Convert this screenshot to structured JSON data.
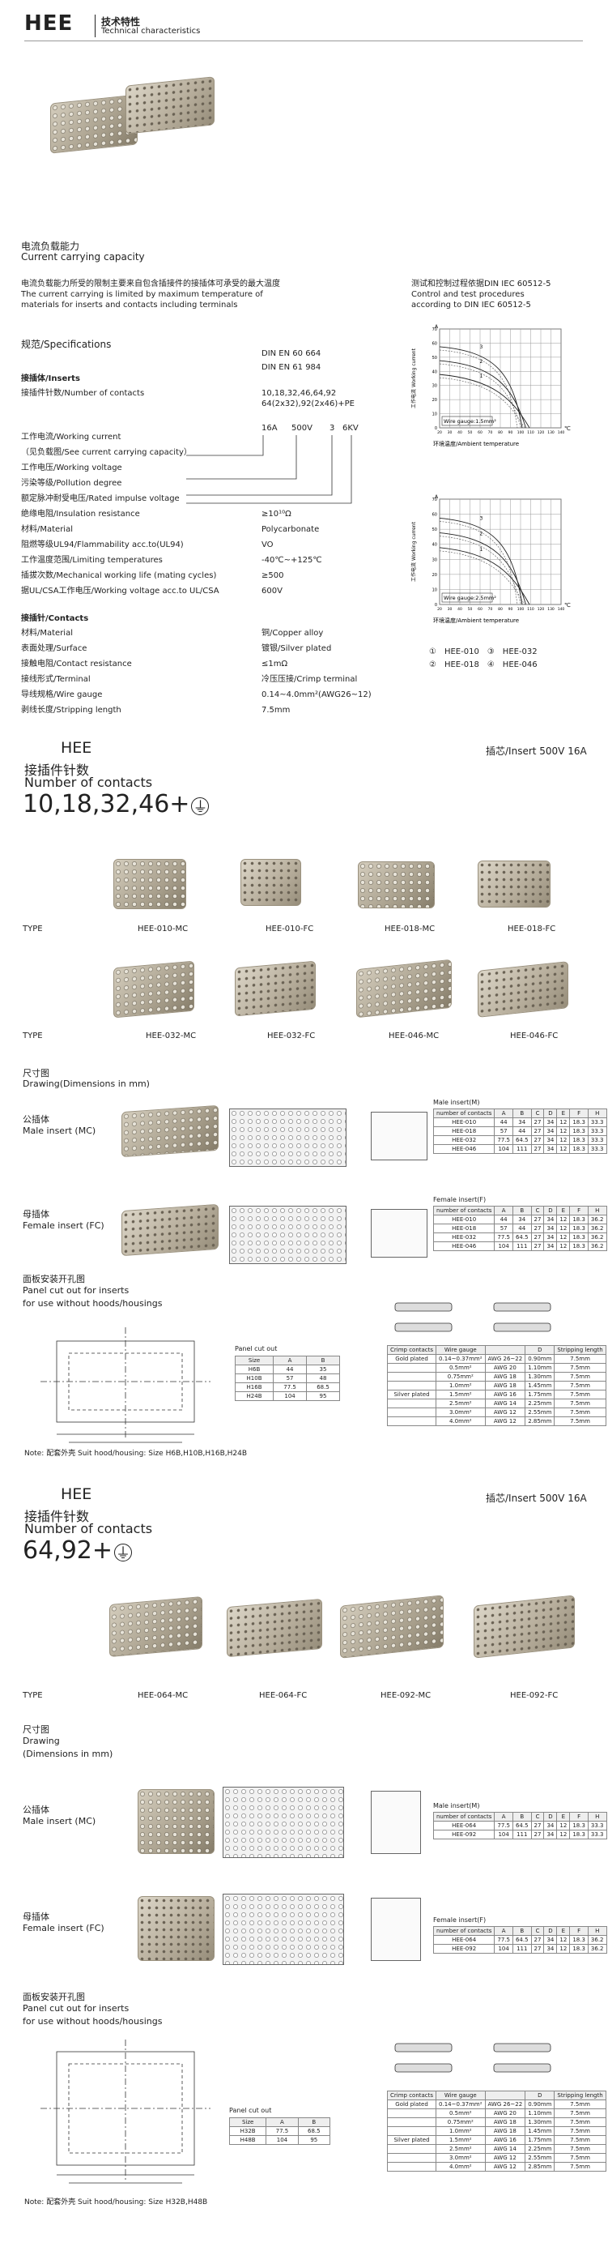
{
  "header": {
    "title": "HEE",
    "cn": "技术特性",
    "en": "Technical characteristics"
  },
  "current": {
    "cn": "电流负载能力",
    "en": "Current carrying capacity",
    "desc_cn": "电流负载能力所受的限制主要来自包含插接件的接插体可承受的最大温度",
    "desc_en1": "The current carrying is limited by maximum temperature of",
    "desc_en2": "materials for inserts and contacts including terminals"
  },
  "test": {
    "cn": "测试和控制过程依据DIN IEC 60512-5",
    "en1": "Control and test procedures",
    "en2": "according to DIN  IEC 60512-5"
  },
  "charts": [
    {
      "ylabel_cn": "工作电流",
      "ylabel_en": "Working current",
      "yunit": "A",
      "xunit": "℃",
      "xlabel": "环境温度/Ambient temperature",
      "gauge": "Wire gauge:1.5mm²",
      "yticks": [
        "70",
        "60",
        "50",
        "40",
        "30",
        "20",
        "10",
        "0"
      ],
      "xticks": [
        "20",
        "30",
        "40",
        "50",
        "60",
        "70",
        "80",
        "90",
        "100",
        "110",
        "120",
        "130",
        "140"
      ],
      "curve_labels": [
        "3",
        "2",
        "1"
      ]
    },
    {
      "ylabel_cn": "工作电流",
      "ylabel_en": "Working current",
      "yunit": "A",
      "xunit": "℃",
      "xlabel": "环境温度/Ambient temperature",
      "gauge": "Wire gauge:2.5mm²",
      "yticks": [
        "70",
        "60",
        "50",
        "40",
        "30",
        "20",
        "10",
        "0"
      ],
      "xticks": [
        "20",
        "30",
        "40",
        "50",
        "60",
        "70",
        "80",
        "90",
        "100",
        "110",
        "120",
        "130",
        "140"
      ],
      "curve_labels": [
        "3",
        "2",
        "1"
      ]
    }
  ],
  "legend": [
    {
      "n": "①",
      "a": "HEE-010",
      "m": "③",
      "b": "HEE-032"
    },
    {
      "n": "②",
      "a": "HEE-018",
      "m": "④",
      "b": "HEE-046"
    }
  ],
  "specs": {
    "title": "规范/Specifications",
    "norms": [
      "DIN EN 60 664",
      "DIN EN 61 984"
    ],
    "inserts_title": "接插体/Inserts",
    "inserts": [
      {
        "l": "接插件针数/Number of contacts",
        "v": "10,18,32,46,64,92",
        "v2": "64(2x32),92(2x46)+PE"
      },
      {
        "l": "工作电流/Working current",
        "v": ""
      },
      {
        "l": "（见负载图/See current carrying capacity）",
        "v": ""
      },
      {
        "l": "工作电压/Working voltage",
        "v": ""
      },
      {
        "l": "污染等级/Pollution degree",
        "v": ""
      },
      {
        "l": "额定脉冲耐受电压/Rated impulse voltage",
        "v": ""
      },
      {
        "l": "绝缘电阻/Insulation resistance",
        "v": "≥10¹⁰Ω"
      },
      {
        "l": "材料/Material",
        "v": "Polycarbonate"
      },
      {
        "l": "阻燃等级UL94/Flammability acc.to(UL94)",
        "v": "VO"
      },
      {
        "l": "工作温度范围/Limiting temperatures",
        "v": "-40℃~+125℃"
      },
      {
        "l": "插拔次数/Mechanical working life (mating cycles)",
        "v": "≥500"
      },
      {
        "l": "据UL/CSA工作电压/Working voltage acc.to UL/CSA",
        "v": "600V"
      }
    ],
    "rating": [
      "16A",
      "500V",
      "3",
      "6KV"
    ],
    "contacts_title": "接插针/Contacts",
    "contacts": [
      {
        "l": "材料/Material",
        "v": "铜/Copper alloy"
      },
      {
        "l": "表面处理/Surface",
        "v": "镀银/Silver plated"
      },
      {
        "l": "接触电阻/Contact resistance",
        "v": "≤1mΩ"
      },
      {
        "l": "接线形式/Terminal",
        "v": "冷压压接/Crimp terminal"
      },
      {
        "l": "导线规格/Wire gauge",
        "v": "0.14~4.0mm²(AWG26~12)"
      },
      {
        "l": "剥线长度/Stripping length",
        "v": "7.5mm"
      }
    ]
  },
  "sec1": {
    "title": "HEE",
    "cn": "接插件针数",
    "en": "Number of contacts",
    "numbers": "10,18,32,46+",
    "pe": "⏚",
    "insert": "插芯/Insert  500V  16A",
    "type_label": "TYPE",
    "types": [
      "HEE-010-MC",
      "HEE-010-FC",
      "HEE-018-MC",
      "HEE-018-FC",
      "HEE-032-MC",
      "HEE-032-FC",
      "HEE-046-MC",
      "HEE-046-FC"
    ],
    "drawing_cn": "尺寸图",
    "drawing_en": "Drawing(Dimensions in mm)",
    "male_cn": "公插体",
    "male_en": "Male insert (MC)",
    "female_cn": "母插体",
    "female_en": "Female insert (FC)",
    "male_table_title": "Male insert(M)",
    "female_table_title": "Female insert(F)",
    "dim_head": [
      "number of contacts",
      "A",
      "B",
      "C",
      "D",
      "E",
      "F",
      "H"
    ],
    "male_rows": [
      [
        "HEE-010",
        "44",
        "34",
        "27",
        "34",
        "12",
        "18.3",
        "33.3"
      ],
      [
        "HEE-018",
        "57",
        "44",
        "27",
        "34",
        "12",
        "18.3",
        "33.3"
      ],
      [
        "HEE-032",
        "77.5",
        "64.5",
        "27",
        "34",
        "12",
        "18.3",
        "33.3"
      ],
      [
        "HEE-046",
        "104",
        "111",
        "27",
        "34",
        "12",
        "18.3",
        "33.3"
      ]
    ],
    "female_rows": [
      [
        "HEE-010",
        "44",
        "34",
        "27",
        "34",
        "12",
        "18.3",
        "36.2"
      ],
      [
        "HEE-018",
        "57",
        "44",
        "27",
        "34",
        "12",
        "18.3",
        "36.2"
      ],
      [
        "HEE-032",
        "77.5",
        "64.5",
        "27",
        "34",
        "12",
        "18.3",
        "36.2"
      ],
      [
        "HEE-046",
        "104",
        "111",
        "27",
        "34",
        "12",
        "18.3",
        "36.2"
      ]
    ],
    "panel_cn": "面板安装开孔图",
    "panel_en1": "Panel cut out for inserts",
    "panel_en2": "for use without hoods/housings",
    "panel_title": "Panel cut out",
    "panel_head": [
      "Size",
      "A",
      "B"
    ],
    "panel_rows": [
      [
        "H6B",
        "44",
        "35"
      ],
      [
        "H10B",
        "57",
        "48"
      ],
      [
        "H16B",
        "77.5",
        "68.5"
      ],
      [
        "H24B",
        "104",
        "95"
      ]
    ],
    "note": "Note: 配套外壳 Suit hood/housing: Size H6B,H10B,H16B,H24B"
  },
  "crimp_head": [
    "Crimp contacts",
    "Wire gauge",
    "",
    "D",
    "Stripping length"
  ],
  "crimp_rows": [
    [
      "Gold plated",
      "0.14~0.37mm²",
      "AWG 26~22",
      "0.90mm",
      "7.5mm"
    ],
    [
      "",
      "0.5mm²",
      "AWG 20",
      "1.10mm",
      "7.5mm"
    ],
    [
      "",
      "0.75mm²",
      "AWG 18",
      "1.30mm",
      "7.5mm"
    ],
    [
      "",
      "1.0mm²",
      "AWG 18",
      "1.45mm",
      "7.5mm"
    ],
    [
      "Silver plated",
      "1.5mm²",
      "AWG 16",
      "1.75mm",
      "7.5mm"
    ],
    [
      "",
      "2.5mm²",
      "AWG 14",
      "2.25mm",
      "7.5mm"
    ],
    [
      "",
      "3.0mm²",
      "AWG 12",
      "2.55mm",
      "7.5mm"
    ],
    [
      "",
      "4.0mm²",
      "AWG 12",
      "2.85mm",
      "7.5mm"
    ]
  ],
  "sec2": {
    "title": "HEE",
    "cn": "接插件针数",
    "en": "Number of contacts",
    "numbers": "64,92+",
    "pe": "⏚",
    "insert": "插芯/Insert  500V  16A",
    "type_label": "TYPE",
    "types": [
      "HEE-064-MC",
      "HEE-064-FC",
      "HEE-092-MC",
      "HEE-092-FC"
    ],
    "drawing_cn": "尺寸图",
    "drawing_en1": "Drawing",
    "drawing_en2": "(Dimensions in mm)",
    "male_cn": "公插体",
    "male_en": "Male insert (MC)",
    "female_cn": "母插体",
    "female_en": "Female insert (FC)",
    "male_table_title": "Male insert(M)",
    "female_table_title": "Female insert(F)",
    "dim_head": [
      "number of contacts",
      "A",
      "B",
      "C",
      "D",
      "E",
      "F",
      "H"
    ],
    "male_rows": [
      [
        "HEE-064",
        "77.5",
        "64.5",
        "27",
        "34",
        "12",
        "18.3",
        "33.3"
      ],
      [
        "HEE-092",
        "104",
        "111",
        "27",
        "34",
        "12",
        "18.3",
        "33.3"
      ]
    ],
    "female_rows": [
      [
        "HEE-064",
        "77.5",
        "64.5",
        "27",
        "34",
        "12",
        "18.3",
        "36.2"
      ],
      [
        "HEE-092",
        "104",
        "111",
        "27",
        "34",
        "12",
        "18.3",
        "36.2"
      ]
    ],
    "panel_cn": "面板安装开孔图",
    "panel_en1": "Panel cut out for inserts",
    "panel_en2": "for use without hoods/housings",
    "panel_title": "Panel cut out",
    "panel_head": [
      "Size",
      "A",
      "B"
    ],
    "panel_rows": [
      [
        "H32B",
        "77.5",
        "68.5"
      ],
      [
        "H48B",
        "104",
        "95"
      ]
    ],
    "note": "Note: 配套外壳 Suit hood/housing: Size H32B,H48B"
  }
}
